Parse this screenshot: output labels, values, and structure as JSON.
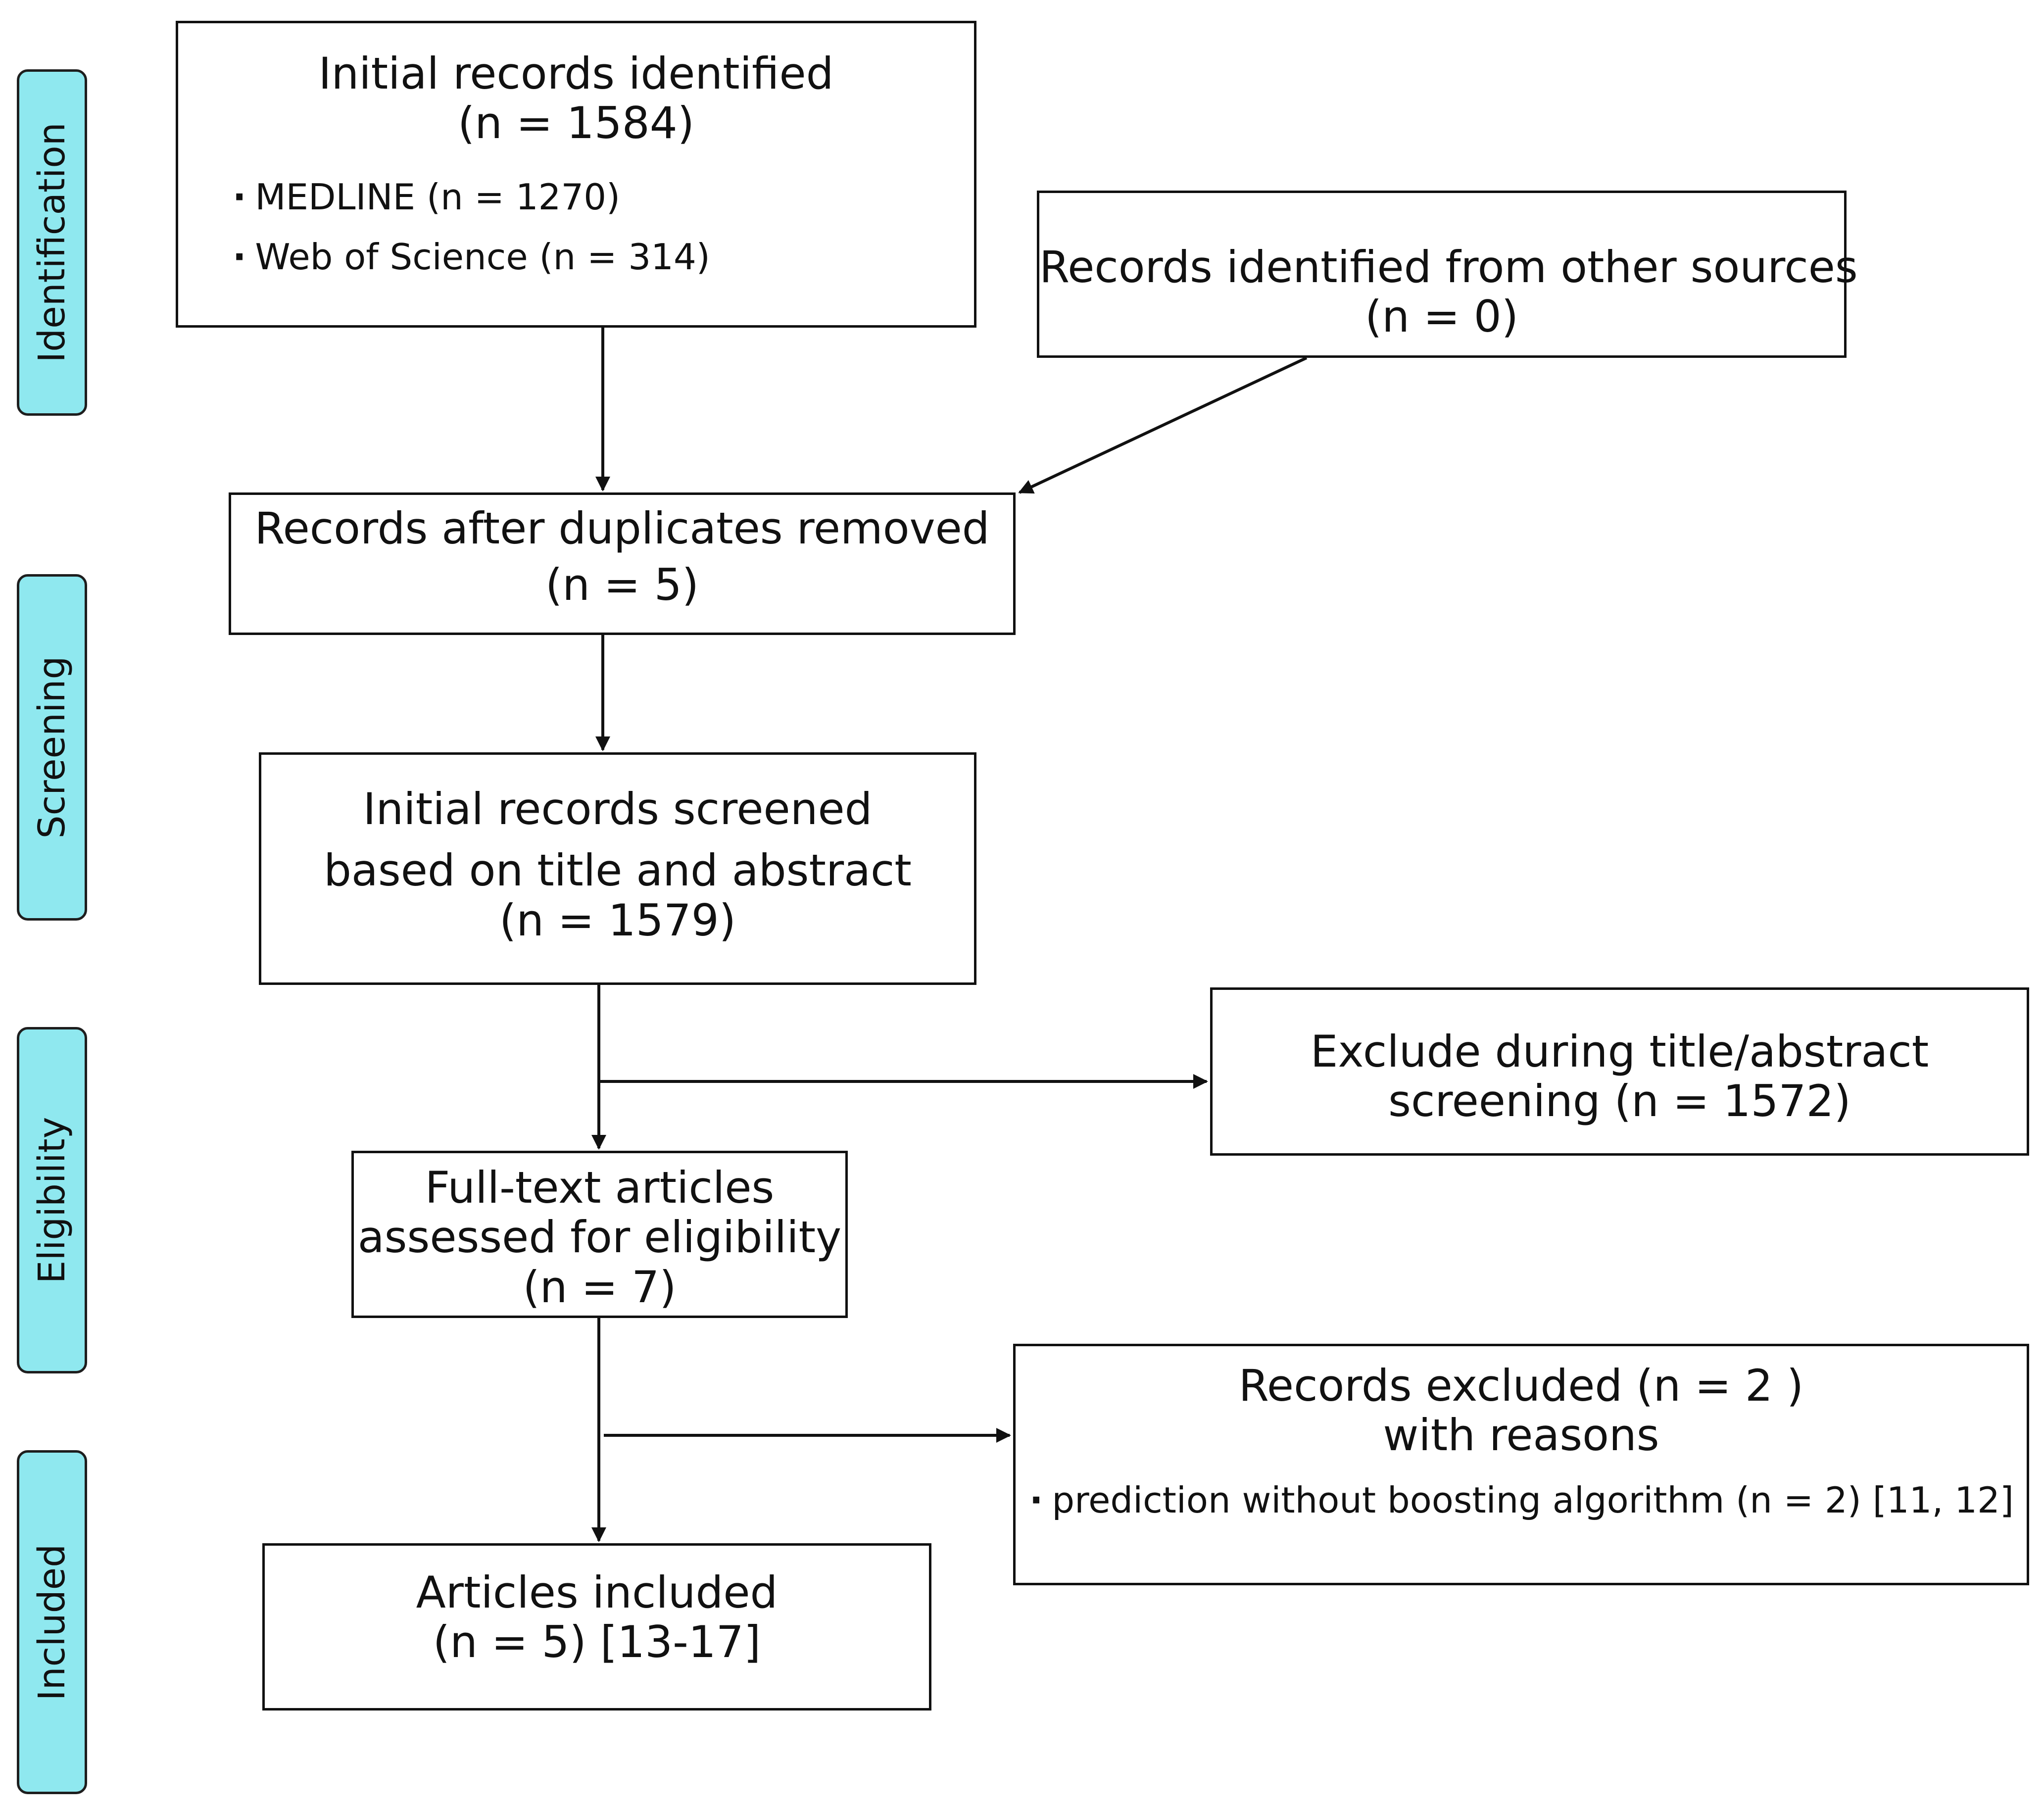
{
  "stages": {
    "identification": "Identification",
    "screening": "Screening",
    "eligibility": "Eligibility",
    "included": "Included"
  },
  "boxes": {
    "initial_records": {
      "title": "Initial records identified",
      "count": "(n = 1584)",
      "sources": [
        "MEDLINE (n = 1270)",
        "Web of Science (n = 314)"
      ]
    },
    "other_sources": {
      "title": "Records identified from other sources",
      "count": "(n = 0)"
    },
    "after_duplicates": {
      "title": "Records after duplicates removed",
      "count": "(n = 5)"
    },
    "screened": {
      "line1": "Initial records screened",
      "line2": "based on title and abstract",
      "count": "(n = 1579)"
    },
    "excluded_title_abstract": {
      "line1": "Exclude during title/abstract",
      "line2": "screening (n = 1572)"
    },
    "full_text": {
      "line1": "Full-text articles",
      "line2": "assessed for eligibility",
      "count": "(n = 7)"
    },
    "records_excluded": {
      "line1": "Records excluded (n = 2 )",
      "line2": "with reasons",
      "reasons": [
        "prediction without boosting algorithm (n = 2) [11, 12]"
      ]
    },
    "included": {
      "line1": "Articles included",
      "line2": "(n = 5) [13-17]"
    }
  },
  "colors": {
    "stage_fill": "#8fe8ef",
    "stroke": "#111111"
  }
}
